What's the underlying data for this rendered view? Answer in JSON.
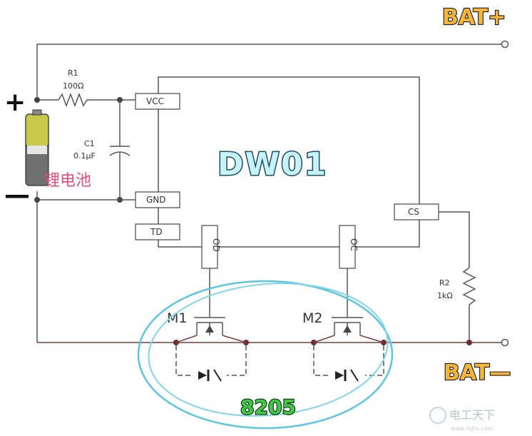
{
  "terminals": {
    "bat_plus": "BAT+",
    "bat_minus": "BAT—"
  },
  "battery": {
    "plus_sign": "+",
    "minus_sign": "—",
    "label": "锂电池"
  },
  "resistor_r1": {
    "name": "R1",
    "value": "100Ω"
  },
  "capacitor_c1": {
    "name": "C1",
    "value": "0.1μF"
  },
  "resistor_r2": {
    "name": "R2",
    "value": "1kΩ"
  },
  "chip": {
    "name": "DW01",
    "pins": {
      "vcc": "VCC",
      "gnd": "GND",
      "td": "TD",
      "cs": "CS",
      "od": "OD",
      "oc": "OC"
    }
  },
  "mosfets": {
    "m1": "M1",
    "m2": "M2",
    "part_number": "8205"
  },
  "watermark": {
    "text": "电工天下",
    "sub": "www.dgtx.com"
  },
  "colors": {
    "tag_fill": "#f5b63b",
    "chip_text": "#c9f3fb",
    "part_text": "#44c64a",
    "ellipse": "#5cc6e0",
    "cell_label": "#e24b7a"
  }
}
